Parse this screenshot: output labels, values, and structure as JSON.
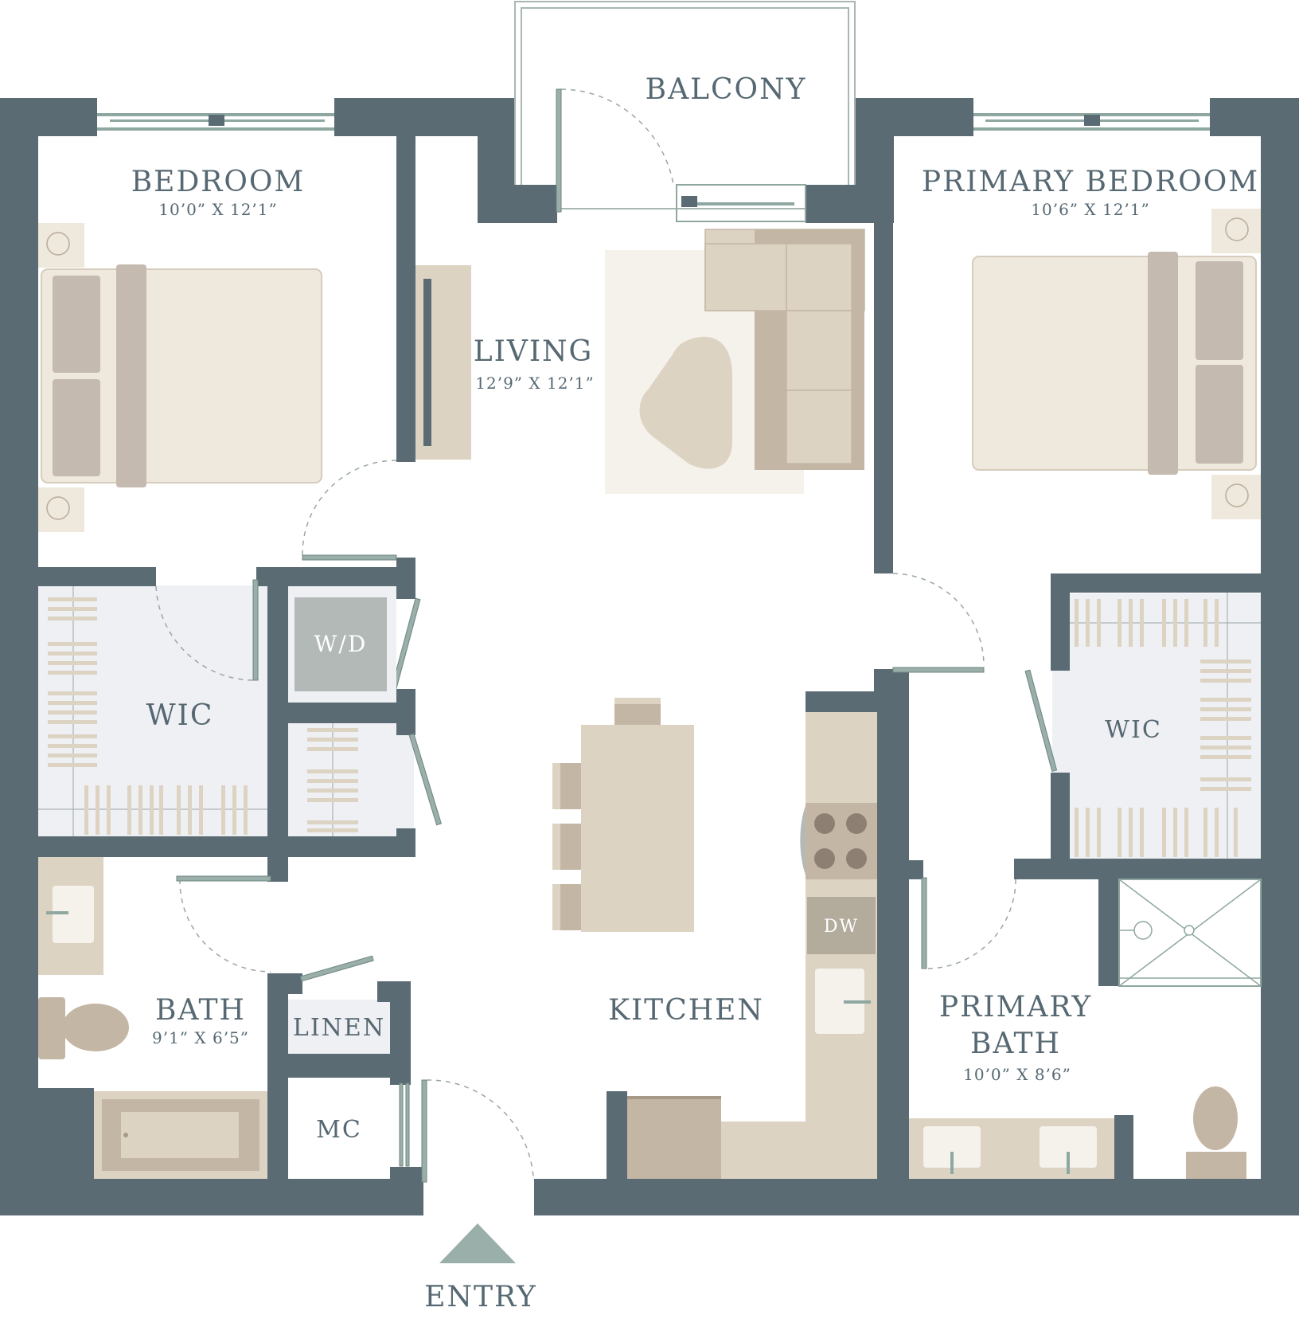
{
  "colors": {
    "wall": "#5a6b74",
    "furniture": "#ddd3c3",
    "furniture_dark": "#c4b6a4",
    "bed": "#efe8dc",
    "closet_floor": "#eef0f3",
    "window": "#8fa7a1",
    "appliance": "#b2b9b6",
    "entry_marker": "#9aaeaa"
  },
  "rooms": {
    "balcony": {
      "name": "BALCONY"
    },
    "bedroom": {
      "name": "BEDROOM",
      "dims": "10’0” X 12’1”"
    },
    "primary_bedroom": {
      "name": "PRIMARY BEDROOM",
      "dims": "10’6” X 12’1”"
    },
    "living": {
      "name": "LIVING",
      "dims": "12’9” X 12’1”"
    },
    "wic_left": {
      "name": "WIC"
    },
    "wic_right": {
      "name": "WIC"
    },
    "washer_dryer": {
      "name": "W/D"
    },
    "bath": {
      "name": "BATH",
      "dims": "9’1” X 6’5”"
    },
    "linen": {
      "name": "LINEN"
    },
    "mech_closet": {
      "name": "MC"
    },
    "kitchen": {
      "name": "KITCHEN"
    },
    "dishwasher": {
      "name": "DW"
    },
    "primary_bath": {
      "name_line1": "PRIMARY",
      "name_line2": "BATH",
      "dims": "10’0” X 8’6”"
    }
  },
  "entry": {
    "label": "ENTRY",
    "marker_icon": "triangle-up-icon"
  }
}
